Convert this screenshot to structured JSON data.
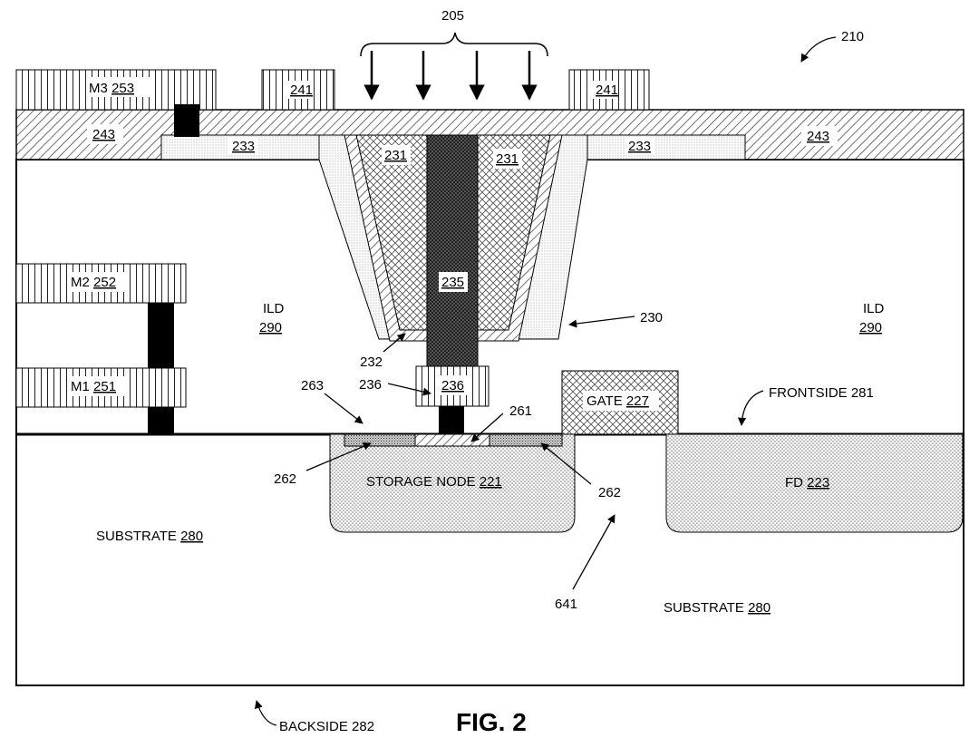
{
  "figure": {
    "title": "FIG. 2",
    "ref_210": "210",
    "ref_205": "205",
    "ref_230": "230",
    "ref_232": "232",
    "ref_236_callout": "236",
    "ref_263": "263",
    "ref_261": "261",
    "ref_262_left": "262",
    "ref_262_right": "262",
    "ref_641": "641",
    "frontside": "FRONTSIDE 281",
    "backside": "BACKSIDE 282"
  },
  "layers": {
    "m3_text": "M3 ",
    "m3_num": "253",
    "m2_text": "M2 ",
    "m2_num": "252",
    "m1_text": "M1 ",
    "m1_num": "251",
    "l241_a": "241",
    "l241_b": "241",
    "l243_a": "243",
    "l243_b": "243",
    "l233_a": "233",
    "l233_b": "233",
    "l231_a": "231",
    "l231_b": "231",
    "l235": "235",
    "l236": "236",
    "ild_left_text": "ILD",
    "ild_left_num": "290",
    "ild_right_text": "ILD",
    "ild_right_num": "290",
    "gate_text": "GATE ",
    "gate_num": "227",
    "storage_text": "STORAGE NODE ",
    "storage_num": "221",
    "fd_text": "FD ",
    "fd_num": "223",
    "substrate_left_text": "SUBSTRATE ",
    "substrate_left_num": "280",
    "substrate_right_text": "SUBSTRATE ",
    "substrate_right_num": "280"
  }
}
